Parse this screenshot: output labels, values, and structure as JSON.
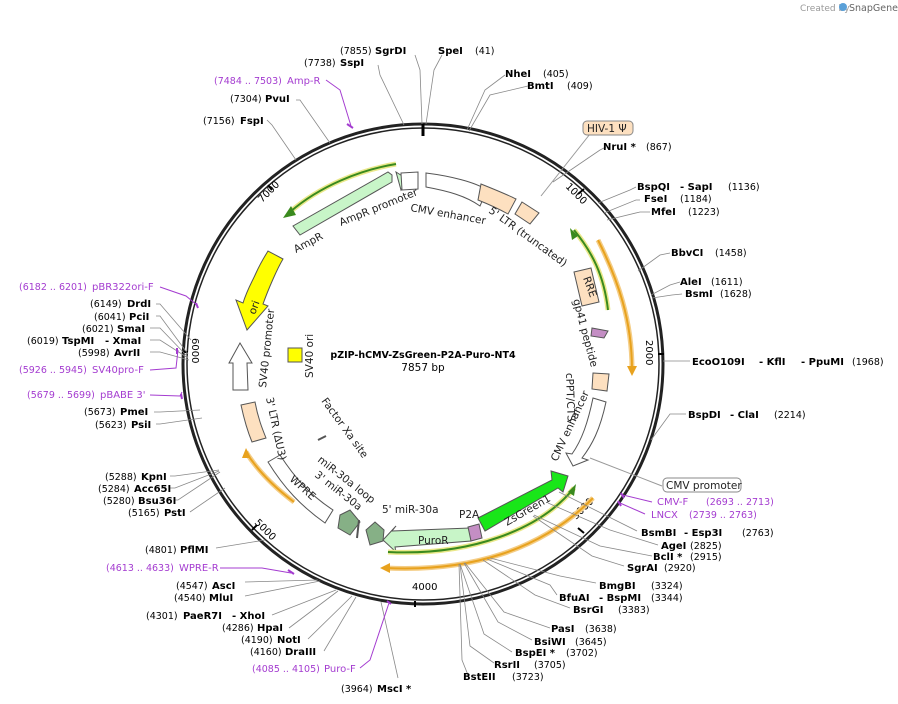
{
  "branding": {
    "created_by": "Created by",
    "app_name": "SnapGene"
  },
  "plasmid": {
    "name": "pZIP-hCMV-ZsGreen-P2A-Puro-NT4",
    "size_label": "7857 bp"
  },
  "ticks": [
    "1000",
    "2000",
    "3000",
    "4000",
    "5000",
    "6000",
    "7000"
  ],
  "enzymes": [
    {
      "name": "SgrDI",
      "pos": "(7855)"
    },
    {
      "name": "SpeI",
      "pos": "(41)"
    },
    {
      "name": "SspI",
      "pos": "(7738)"
    },
    {
      "name": "NheI",
      "pos": "(405)"
    },
    {
      "name": "BmtI",
      "pos": "(409)"
    },
    {
      "name": "PvuI",
      "pos": "(7304)"
    },
    {
      "name": "FspI",
      "pos": "(7156)"
    },
    {
      "name": "NruI *",
      "pos": "(867)"
    },
    {
      "name": "BspQI",
      "name2": "- SapI",
      "pos": "(1136)"
    },
    {
      "name": "FseI",
      "pos": "(1184)"
    },
    {
      "name": "MfeI",
      "pos": "(1223)"
    },
    {
      "name": "BbvCI",
      "pos": "(1458)"
    },
    {
      "name": "AleI",
      "pos": "(1611)"
    },
    {
      "name": "BsmI",
      "pos": "(1628)"
    },
    {
      "name": "EcoO109I",
      "name2": "- KflI",
      "name3": "- PpuMI",
      "pos": "(1968)"
    },
    {
      "name": "BspDI",
      "name2": "- ClaI",
      "pos": "(2214)"
    },
    {
      "name": "DrdI",
      "pos": "(6149)"
    },
    {
      "name": "PciI",
      "pos": "(6041)"
    },
    {
      "name": "SmaI",
      "pos": "(6021)"
    },
    {
      "name": "TspMI",
      "name2": "- XmaI",
      "pos": "(6019)"
    },
    {
      "name": "AvrII",
      "pos": "(5998)"
    },
    {
      "name": "PmeI",
      "pos": "(5673)"
    },
    {
      "name": "PsiI",
      "pos": "(5623)"
    },
    {
      "name": "KpnI",
      "pos": "(5288)"
    },
    {
      "name": "Acc65I",
      "pos": "(5284)"
    },
    {
      "name": "Bsu36I",
      "pos": "(5280)"
    },
    {
      "name": "PstI",
      "pos": "(5165)"
    },
    {
      "name": "PflMI",
      "pos": "(4801)"
    },
    {
      "name": "AscI",
      "pos": "(4547)"
    },
    {
      "name": "MluI",
      "pos": "(4540)"
    },
    {
      "name": "PaeR7I",
      "name2": "- XhoI",
      "pos": "(4301)"
    },
    {
      "name": "HpaI",
      "pos": "(4286)"
    },
    {
      "name": "NotI",
      "pos": "(4190)"
    },
    {
      "name": "DraIII",
      "pos": "(4160)"
    },
    {
      "name": "MscI *",
      "pos": "(3964)"
    },
    {
      "name": "BsmBI",
      "name2": "- Esp3I",
      "pos": "(2763)"
    },
    {
      "name": "AgeI",
      "pos": "(2825)"
    },
    {
      "name": "BclI *",
      "pos": "(2915)"
    },
    {
      "name": "SgrAI",
      "pos": "(2920)"
    },
    {
      "name": "BmgBI",
      "pos": "(3324)"
    },
    {
      "name": "BfuAI",
      "name2": "- BspMI",
      "pos": "(3344)"
    },
    {
      "name": "BsrGI",
      "pos": "(3383)"
    },
    {
      "name": "PasI",
      "pos": "(3638)"
    },
    {
      "name": "BsiWI",
      "pos": "(3645)"
    },
    {
      "name": "BspEI *",
      "pos": "(3702)"
    },
    {
      "name": "RsrII",
      "pos": "(3705)"
    },
    {
      "name": "BstEII",
      "pos": "(3723)"
    }
  ],
  "primers": [
    {
      "range": "(7484 .. 7503)",
      "name": "Amp-R"
    },
    {
      "range": "(6182 .. 6201)",
      "name": "pBR322ori-F"
    },
    {
      "range": "(5926 .. 5945)",
      "name": "SV40pro-F"
    },
    {
      "range": "(5679 .. 5699)",
      "name": "pBABE 3'"
    },
    {
      "range": "(4613 .. 4633)",
      "name": "WPRE-R"
    },
    {
      "range": "(4085 .. 4105)",
      "name": "Puro-F"
    },
    {
      "range": "(2693 .. 2713)",
      "name": "CMV-F"
    },
    {
      "range": "(2739 .. 2763)",
      "name": "LNCX"
    }
  ],
  "features": {
    "hiv_psi": "HIV-1 Ψ",
    "cmv_promoter_box": "CMV promoter",
    "ampr": "AmpR",
    "ampr_promoter": "AmpR promoter",
    "cmv_enhancer_top": "CMV enhancer",
    "ltr5": "5' LTR (truncated)",
    "rre": "RRE",
    "gp41": "gp41 peptide",
    "cppt": "cPPT/CTS",
    "cmv_enhancer_right": "CMV enhancer",
    "ori": "ori",
    "sv40_promoter": "SV40 promoter",
    "sv40_ori": "SV40 ori",
    "ltr3": "3' LTR (ΔU3)",
    "factor_xa": "Factor Xa site",
    "wpre": "WPRE",
    "mir30a_loop": "miR-30a loop",
    "mir30a_3": "3' miR-30a",
    "mir30a_5": "5' miR-30a",
    "p2a": "P2A",
    "zsgreen": "ZsGreen1",
    "puror": "PuroR"
  },
  "colors": {
    "primer": "#a43cd0",
    "ampr_fill": "#c8f5c8",
    "ori_fill": "#ffff00",
    "zsgreen_fill": "#19e619",
    "ltr_fill": "#fde0c0",
    "orange_arrow": "#e8a21e",
    "green_arrow": "#3a8a1e",
    "mir_fill": "#86b086",
    "p2a_fill": "#c48ec4"
  }
}
